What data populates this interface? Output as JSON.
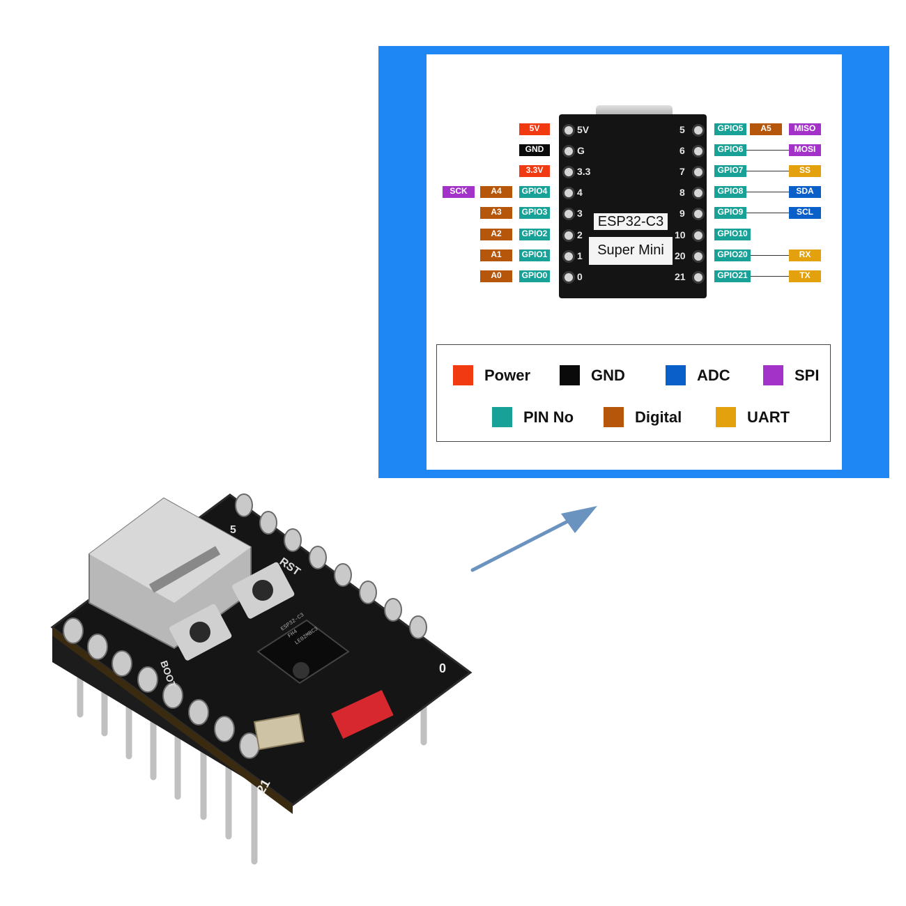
{
  "board": {
    "chip_name": "ESP32-C3",
    "chip_model": "Super Mini",
    "silk_left": [
      "5V",
      "G",
      "3.3",
      "4",
      "3",
      "2",
      "1",
      "0"
    ],
    "silk_right": [
      "5",
      "6",
      "7",
      "8",
      "9",
      "10",
      "20",
      "21"
    ]
  },
  "left_pins": [
    {
      "labels": [
        {
          "text": "5V",
          "type": "power"
        }
      ]
    },
    {
      "labels": [
        {
          "text": "GND",
          "type": "gnd"
        }
      ]
    },
    {
      "labels": [
        {
          "text": "3.3V",
          "type": "power"
        }
      ]
    },
    {
      "labels": [
        {
          "text": "SCK",
          "type": "spi"
        },
        {
          "text": "A4",
          "type": "digital"
        },
        {
          "text": "GPIO4",
          "type": "pin"
        }
      ]
    },
    {
      "labels": [
        {
          "text": "A3",
          "type": "digital"
        },
        {
          "text": "GPIO3",
          "type": "pin"
        }
      ]
    },
    {
      "labels": [
        {
          "text": "A2",
          "type": "digital"
        },
        {
          "text": "GPIO2",
          "type": "pin"
        }
      ]
    },
    {
      "labels": [
        {
          "text": "A1",
          "type": "digital"
        },
        {
          "text": "GPIO1",
          "type": "pin"
        }
      ]
    },
    {
      "labels": [
        {
          "text": "A0",
          "type": "digital"
        },
        {
          "text": "GPIO0",
          "type": "pin"
        }
      ]
    }
  ],
  "right_pins": [
    {
      "labels": [
        {
          "text": "GPIO5",
          "type": "pin"
        },
        {
          "text": "A5",
          "type": "digital"
        },
        {
          "text": "MISO",
          "type": "spi"
        }
      ]
    },
    {
      "labels": [
        {
          "text": "GPIO6",
          "type": "pin"
        },
        {
          "text": "MOSI",
          "type": "spi"
        }
      ]
    },
    {
      "labels": [
        {
          "text": "GPIO7",
          "type": "pin"
        },
        {
          "text": "SS",
          "type": "uart"
        }
      ]
    },
    {
      "labels": [
        {
          "text": "GPIO8",
          "type": "pin"
        },
        {
          "text": "SDA",
          "type": "adc"
        }
      ]
    },
    {
      "labels": [
        {
          "text": "GPIO9",
          "type": "pin"
        },
        {
          "text": "SCL",
          "type": "adc"
        }
      ]
    },
    {
      "labels": [
        {
          "text": "GPIO10",
          "type": "pin"
        }
      ]
    },
    {
      "labels": [
        {
          "text": "GPIO20",
          "type": "pin"
        },
        {
          "text": "RX",
          "type": "uart"
        }
      ]
    },
    {
      "labels": [
        {
          "text": "GPIO21",
          "type": "pin"
        },
        {
          "text": "TX",
          "type": "uart"
        }
      ]
    }
  ],
  "colors": {
    "power": "#f23a12",
    "gnd": "#0a0a0a",
    "adc": "#0a5fc9",
    "spi": "#a333c8",
    "pin": "#17a197",
    "digital": "#b5560b",
    "uart": "#e3a20d",
    "frame": "#1f87f4",
    "arrow": "#6b93c0"
  },
  "legend": [
    {
      "label": "Power",
      "type": "power"
    },
    {
      "label": "GND",
      "type": "gnd"
    },
    {
      "label": "ADC",
      "type": "adc"
    },
    {
      "label": "SPI",
      "type": "spi"
    },
    {
      "label": "PIN No",
      "type": "pin"
    },
    {
      "label": "Digital",
      "type": "digital"
    },
    {
      "label": "UART",
      "type": "uart"
    }
  ],
  "photo": {
    "silk_rst": "RST",
    "silk_boot": "BOOT",
    "silk_pin0": "0",
    "silk_pin21": "21",
    "silk_pin5": "5",
    "chip_marking": [
      "ESP32-C3",
      "FH4",
      "LE02MBC3"
    ]
  }
}
